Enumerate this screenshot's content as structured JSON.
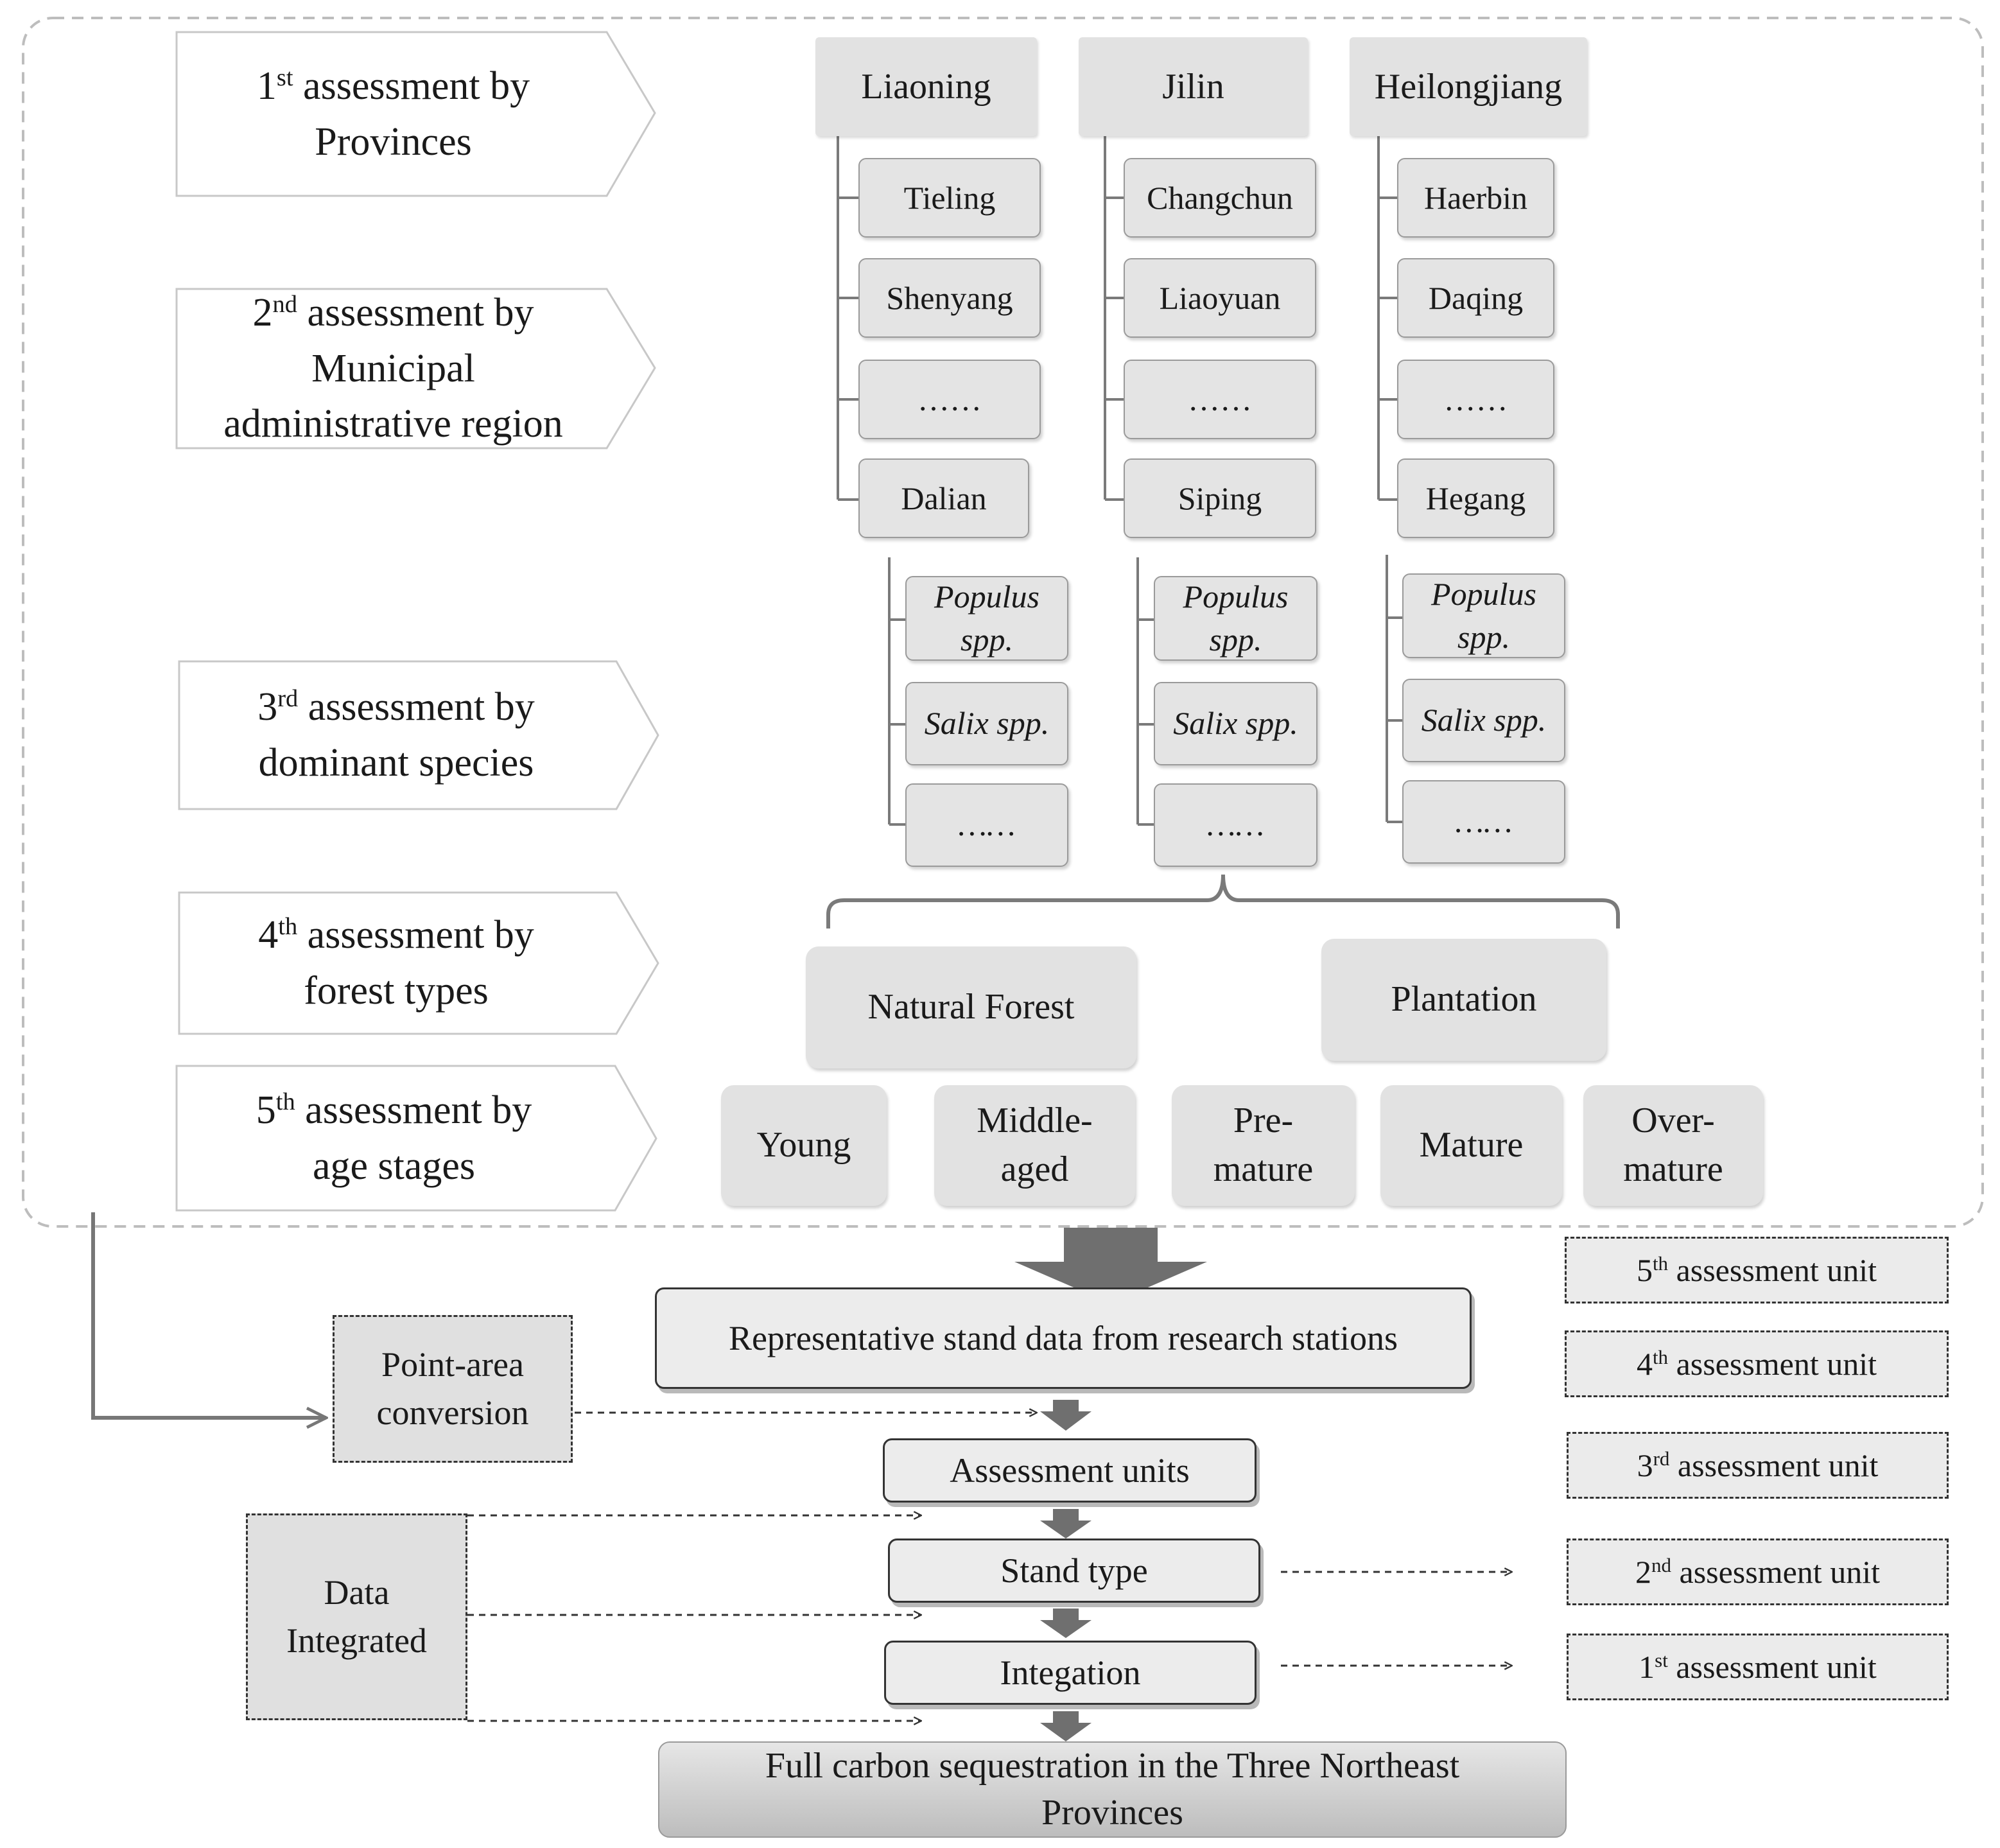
{
  "levels": [
    {
      "num": "1",
      "suffix": "st",
      "line1": "assessment by",
      "line2": "Provinces"
    },
    {
      "num": "2",
      "suffix": "nd",
      "line1": "assessment by",
      "line2": "Municipal",
      "line3": "administrative region"
    },
    {
      "num": "3",
      "suffix": "rd",
      "line1": "assessment by",
      "line2": "dominant species"
    },
    {
      "num": "4",
      "suffix": "th",
      "line1": "assessment by",
      "line2": "forest types"
    },
    {
      "num": "5",
      "suffix": "th",
      "line1": "assessment by",
      "line2": "age stages"
    }
  ],
  "provinces": [
    {
      "name": "Liaoning",
      "cities": [
        "Tieling",
        "Shenyang",
        "……",
        "Dalian"
      ],
      "species": [
        "Populus spp.",
        "Salix spp.",
        "……"
      ]
    },
    {
      "name": "Jilin",
      "cities": [
        "Changchun",
        "Liaoyuan",
        "……",
        "Siping"
      ],
      "species": [
        "Populus spp.",
        "Salix spp.",
        "……"
      ]
    },
    {
      "name": "Heilongjiang",
      "cities": [
        "Haerbin",
        "Daqing",
        "……",
        "Hegang"
      ],
      "species": [
        "Populus spp.",
        "Salix spp.",
        "……"
      ]
    }
  ],
  "forest_types": [
    "Natural Forest",
    "Plantation"
  ],
  "age_stages": [
    "Young",
    "Middle-aged",
    "Pre-mature",
    "Mature",
    "Over-mature"
  ],
  "flow": {
    "representative": "Representative stand data from research stations",
    "assessment_units": "Assessment units",
    "stand_type": "Stand type",
    "integration": "Integation",
    "final": "Full carbon sequestration in the Three Northeast Provinces"
  },
  "side_boxes": {
    "point_area": "Point-area conversion",
    "data_integrated": "Data Integrated"
  },
  "units": [
    {
      "num": "5",
      "suffix": "th",
      "text": "assessment unit"
    },
    {
      "num": "4",
      "suffix": "th",
      "text": "assessment unit"
    },
    {
      "num": "3",
      "suffix": "rd",
      "text": "assessment unit"
    },
    {
      "num": "2",
      "suffix": "nd",
      "text": "assessment unit"
    },
    {
      "num": "1",
      "suffix": "st",
      "text": "assessment unit"
    }
  ],
  "colors": {
    "line": "#7a7a7a",
    "box_fill": "#e2e2e2",
    "dash": "#333333",
    "arrow": "#6f6f6f"
  }
}
